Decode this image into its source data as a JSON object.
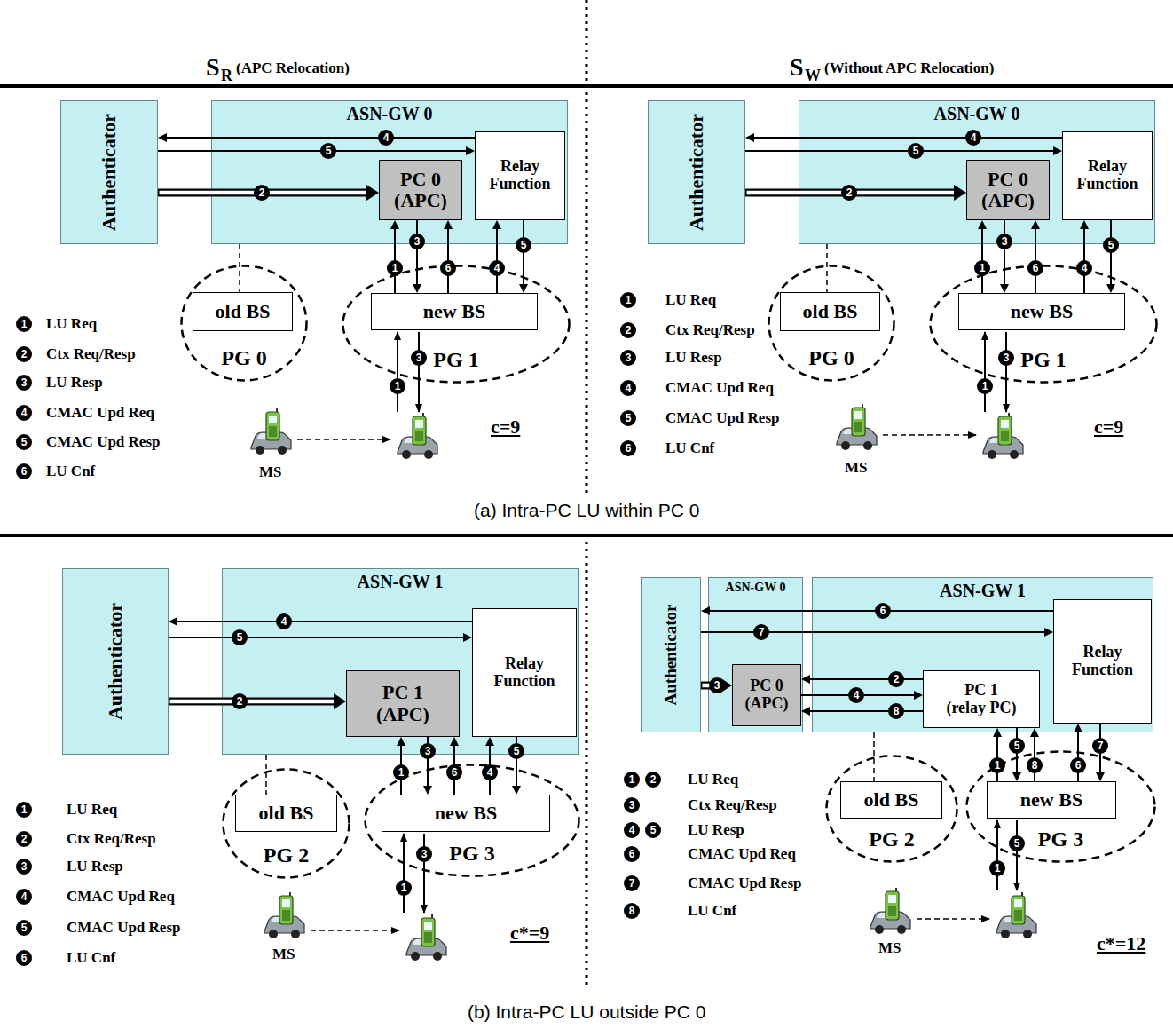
{
  "diagram": {
    "nodes": [
      {
        "text": [
          "Authenticator"
        ]
      },
      {
        "text": [
          "ASN-GW 0"
        ]
      },
      {
        "text": [
          "PC 0 (APC)"
        ],
        "in": 1
      },
      {
        "text": [
          "Relay Function"
        ],
        "in": 1
      },
      {
        "text": [
          "PG 0"
        ]
      },
      {
        "text": [
          "old BS"
        ],
        "in": 4
      },
      {
        "text": [
          "PG 1"
        ]
      },
      {
        "text": [
          "new BS"
        ],
        "in": 6
      },
      {
        "text": [
          "Authenticator"
        ]
      },
      {
        "text": [
          "ASN-GW 0"
        ]
      },
      {
        "text": [
          "PC 0 (APC)"
        ],
        "in": 9
      },
      {
        "text": [
          "Relay Function"
        ],
        "in": 9
      },
      {
        "text": [
          "PG 0"
        ]
      },
      {
        "text": [
          "old BS"
        ],
        "in": 12
      },
      {
        "text": [
          "PG 1"
        ]
      },
      {
        "text": [
          "new BS"
        ],
        "in": 14
      },
      {
        "text": [
          "Authenticator"
        ]
      },
      {
        "text": [
          "ASN-GW 1"
        ]
      },
      {
        "text": [
          "PC 1 (APC)"
        ],
        "in": 17
      },
      {
        "text": [
          "Relay Function"
        ],
        "in": 17
      },
      {
        "text": [
          "PG 2"
        ]
      },
      {
        "text": [
          "old BS"
        ],
        "in": 20
      },
      {
        "text": [
          "PG 3"
        ]
      },
      {
        "text": [
          "new BS"
        ],
        "in": 22
      },
      {
        "text": [
          "Authenticator"
        ]
      },
      {
        "text": [
          "ASN-GW 0"
        ]
      },
      {
        "text": [
          "PC 0 (APC)"
        ],
        "in": 25
      },
      {
        "text": [
          "ASN-GW 1"
        ]
      },
      {
        "text": [
          "PC 1 (relay PC)"
        ],
        "in": 27
      },
      {
        "text": [
          "Relay Function"
        ],
        "in": 27
      },
      {
        "text": [
          "PG 2"
        ]
      },
      {
        "text": [
          "old BS"
        ],
        "in": 30
      },
      {
        "text": [
          "PG 3"
        ]
      },
      {
        "text": [
          "new BS"
        ],
        "in": 32
      }
    ],
    "edges": [
      {
        "from": 3,
        "to": 0,
        "arrow": "to",
        "label": "4"
      },
      {
        "from": 0,
        "to": 3,
        "arrow": "to",
        "label": "5"
      },
      {
        "from": 0,
        "to": 2,
        "arrow": "to",
        "label": "2"
      },
      {
        "from": 1,
        "to": 5,
        "arrow": "none"
      },
      {
        "from": 7,
        "to": 2,
        "arrow": "to",
        "label": "1"
      },
      {
        "from": 2,
        "to": 7,
        "arrow": "to",
        "label": "3"
      },
      {
        "from": 7,
        "to": 2,
        "arrow": "to",
        "label": "6"
      },
      {
        "from": 7,
        "to": 3,
        "arrow": "to",
        "label": "4"
      },
      {
        "from": 3,
        "to": 7,
        "arrow": "to",
        "label": "5"
      },
      {
        "from": 11,
        "to": 8,
        "arrow": "to",
        "label": "4"
      },
      {
        "from": 8,
        "to": 11,
        "arrow": "to",
        "label": "5"
      },
      {
        "from": 8,
        "to": 10,
        "arrow": "to",
        "label": "2"
      },
      {
        "from": 9,
        "to": 13,
        "arrow": "none"
      },
      {
        "from": 15,
        "to": 10,
        "arrow": "to",
        "label": "1"
      },
      {
        "from": 10,
        "to": 15,
        "arrow": "to",
        "label": "3"
      },
      {
        "from": 15,
        "to": 10,
        "arrow": "to",
        "label": "6"
      },
      {
        "from": 15,
        "to": 11,
        "arrow": "to",
        "label": "4"
      },
      {
        "from": 11,
        "to": 15,
        "arrow": "to",
        "label": "5"
      },
      {
        "from": 19,
        "to": 16,
        "arrow": "to",
        "label": "4"
      },
      {
        "from": 16,
        "to": 19,
        "arrow": "to",
        "label": "5"
      },
      {
        "from": 16,
        "to": 18,
        "arrow": "to",
        "label": "2"
      },
      {
        "from": 17,
        "to": 21,
        "arrow": "none"
      },
      {
        "from": 23,
        "to": 18,
        "arrow": "to",
        "label": "1"
      },
      {
        "from": 18,
        "to": 23,
        "arrow": "to",
        "label": "3"
      },
      {
        "from": 23,
        "to": 18,
        "arrow": "to",
        "label": "6"
      },
      {
        "from": 23,
        "to": 19,
        "arrow": "to",
        "label": "4"
      },
      {
        "from": 19,
        "to": 23,
        "arrow": "to",
        "label": "5"
      },
      {
        "from": 29,
        "to": 24,
        "arrow": "to",
        "label": "6"
      },
      {
        "from": 24,
        "to": 29,
        "arrow": "to",
        "label": "7"
      },
      {
        "from": 24,
        "to": 26,
        "arrow": "to",
        "label": "3"
      },
      {
        "from": 28,
        "to": 26,
        "arrow": "to",
        "label": "2"
      },
      {
        "from": 26,
        "to": 28,
        "arrow": "to",
        "label": "4"
      },
      {
        "from": 28,
        "to": 26,
        "arrow": "to",
        "label": "8"
      },
      {
        "from": 27,
        "to": 31,
        "arrow": "none"
      },
      {
        "from": 33,
        "to": 28,
        "arrow": "to",
        "label": "1"
      },
      {
        "from": 28,
        "to": 33,
        "arrow": "to",
        "label": "5"
      },
      {
        "from": 33,
        "to": 28,
        "arrow": "to",
        "label": "8"
      },
      {
        "from": 33,
        "to": 29,
        "arrow": "to",
        "label": "6"
      },
      {
        "from": 29,
        "to": 33,
        "arrow": "to",
        "label": "7"
      }
    ],
    "labels": [
      "S",
      "R",
      "(APC Relocation)",
      "S",
      "W",
      "(Without APC Relocation)",
      "1",
      "LU Req",
      "2",
      "Ctx Req/Resp",
      "3",
      "LU Resp",
      "4",
      "CMAC Upd Req",
      "5",
      "CMAC Upd Resp",
      "6",
      "LU Cnf",
      "1",
      "3",
      "MS",
      "c=9",
      "1",
      "LU Req",
      "2",
      "Ctx Req/Resp",
      "3",
      "LU Resp",
      "4",
      "CMAC Upd Req",
      "5",
      "CMAC Upd Resp",
      "6",
      "LU Cnf",
      "1",
      "3",
      "MS",
      "c=9",
      "(a) Intra-PC LU within PC 0",
      "1",
      "LU Req",
      "2",
      "Ctx Req/Resp",
      "3",
      "LU Resp",
      "4",
      "CMAC Upd Req",
      "5",
      "CMAC Upd Resp",
      "6",
      "LU Cnf",
      "1",
      "3",
      "MS",
      "c*=9",
      "1",
      "2",
      "LU Req",
      "3",
      "Ctx Req/Resp",
      "4",
      "5",
      "LU Resp",
      "6",
      "CMAC Upd Req",
      "7",
      "CMAC Upd Resp",
      "8",
      "LU Cnf",
      "5",
      "1",
      "MS",
      "c*=12",
      "(b) Intra-PC LU outside PC 0"
    ]
  }
}
